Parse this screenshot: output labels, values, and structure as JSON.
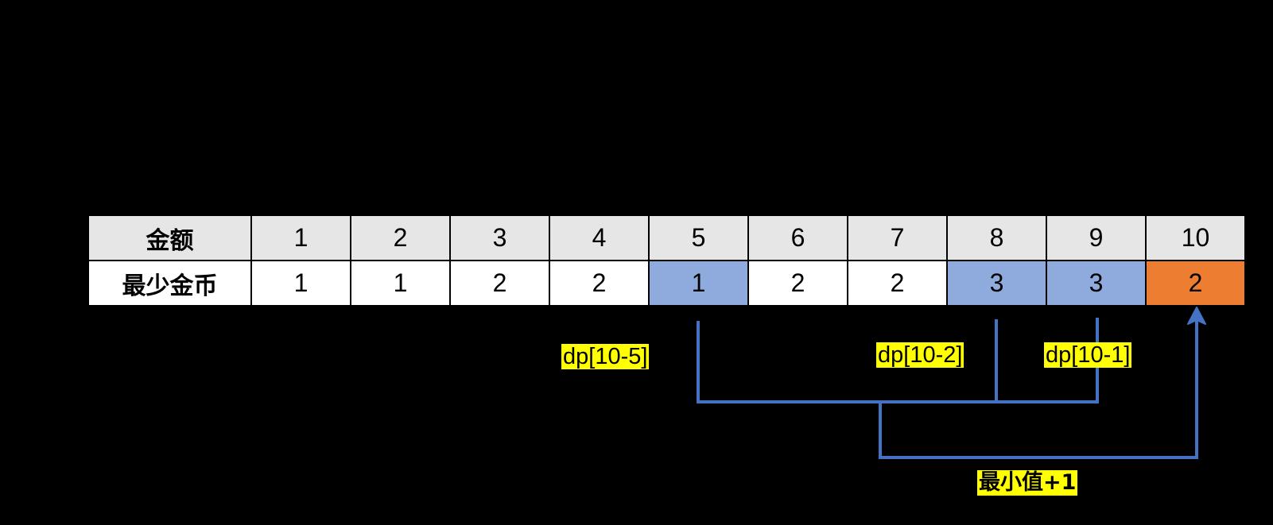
{
  "table": {
    "row1_header": "金额",
    "row2_header": "最少金币",
    "amounts": [
      "1",
      "2",
      "3",
      "4",
      "5",
      "6",
      "7",
      "8",
      "9",
      "10"
    ],
    "min_coins": [
      "1",
      "1",
      "2",
      "2",
      "1",
      "2",
      "2",
      "3",
      "3",
      "2"
    ]
  },
  "highlights": {
    "blue_columns": [
      "5",
      "8",
      "9"
    ],
    "orange_columns": [
      "10"
    ],
    "blue_color": "#8faadc",
    "orange_color": "#ed7d31",
    "header_row_color": "#e7e6e6",
    "line_color": "#4472c4",
    "tag_color": "#ffff00"
  },
  "annotations": {
    "dp_10_5": "dp[10-5]",
    "dp_10_2": "dp[10-2]",
    "dp_10_1": "dp[10-1]",
    "result": "最小值+1"
  }
}
